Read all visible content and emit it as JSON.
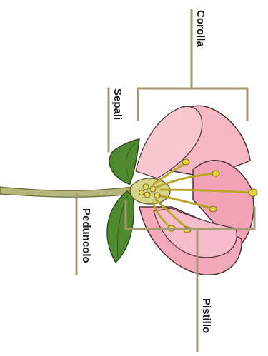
{
  "labels": {
    "corolla": "Corolla",
    "sepali": "Sepali",
    "peduncolo": "Peduncolo",
    "pistillo": "Pistillo"
  },
  "colors": {
    "leader_line": "#a89672",
    "petal_fill": "#f2a6b8",
    "petal_stroke": "#4a3030",
    "stamen": "#d8c430",
    "sepal": "#4f8a2e",
    "stem": "#a7a86a"
  }
}
